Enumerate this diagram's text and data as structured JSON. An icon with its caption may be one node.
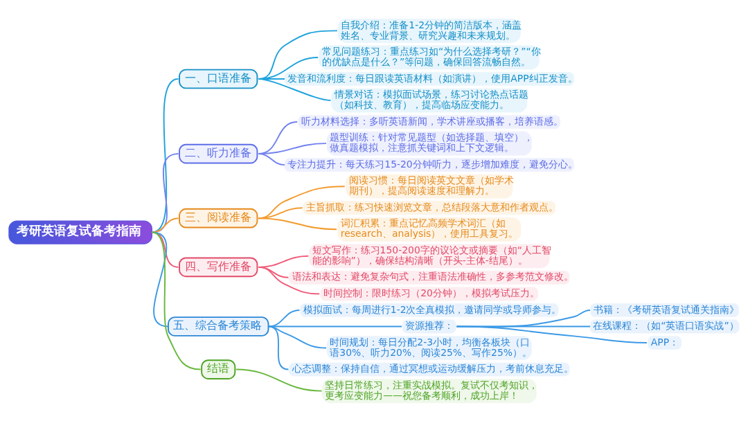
{
  "diagram": {
    "nodes": [
      {
        "text": [
          "考研英语复试备考指南"
        ]
      },
      {
        "text": [
          "一、口语准备"
        ]
      },
      {
        "text": [
          "自我介绍：准备1-2分钟的简洁版本，涵盖姓名、专业背景、研究兴趣和未来规划。"
        ]
      },
      {
        "text": [
          "常见问题练习：重点练习如“为什么选择考研？”“你的优缺点是什么？”等问题，确保回答流畅自然。"
        ]
      },
      {
        "text": [
          "发音和流利度：每日跟读英语材料（如演讲），使用APP纠正发音。"
        ]
      },
      {
        "text": [
          "情景对话：模拟面试场景，练习讨论热点话题（如科技、教育），提高临场应变能力。"
        ]
      },
      {
        "text": [
          "二、听力准备"
        ]
      },
      {
        "text": [
          "听力材料选择：多听英语新闻，学术讲座或播客，培养语感。"
        ]
      },
      {
        "text": [
          "题型训练：针对常见题型（如选择题、填空），做真题模拟，注意抓关键词和上下文逻辑。"
        ]
      },
      {
        "text": [
          "专注力提升：每天练习15-20分钟听力，逐步增加难度，避免分心。"
        ]
      },
      {
        "text": [
          "三、阅读准备"
        ]
      },
      {
        "text": [
          "阅读习惯：每日阅读英文文章（如学术期刊），提高阅读速度和理解力。"
        ]
      },
      {
        "text": [
          "主旨抓取：练习快速浏览文章，总结段落大意和作者观点。"
        ]
      },
      {
        "text": [
          "词汇积累：重点记忆高频学术词汇（如research、analysis），使用工具复习。"
        ]
      },
      {
        "text": [
          "四、写作准备"
        ]
      },
      {
        "text": [
          "短文写作：练习150-200字的议论文或摘要（如“人工智能的影响”），确保结构清晰（开头-主体-结尾）。"
        ]
      },
      {
        "text": [
          "语法和表达：避免复杂句式，注重语法准确性，多参考范文修改。"
        ]
      },
      {
        "text": [
          "时间控制：限时练习（20分钟），模拟考试压力。"
        ]
      },
      {
        "text": [
          "五、综合备考策略"
        ]
      },
      {
        "text": [
          "模拟面试：每周进行1-2次全真模拟，邀请同学或导师参与。"
        ]
      },
      {
        "text": [
          "资源推荐："
        ]
      },
      {
        "text": [
          "书籍：《考研英语复试通关指南》"
        ]
      },
      {
        "text": [
          "在线课程：（如“英语口语实战”）"
        ]
      },
      {
        "text": [
          "APP："
        ]
      },
      {
        "text": [
          "时间规划：每日分配2-3小时，均衡各板块（口语30%、听力20%、阅读25%、写作25%）。"
        ]
      },
      {
        "text": [
          "心态调整：保持自信，通过冥想或运动缓解压力，考前休息充足。"
        ]
      },
      {
        "text": [
          "结语"
        ]
      },
      {
        "text": [
          "坚持日常练习，注重实战模拟。复试不仅考知识，更考应变能力——祝您备考顺利，成功上岸！"
        ]
      }
    ],
    "edges": [
      {
        "from": 0,
        "to": 1,
        "arrow": "none",
        "color": "#1fa3dc"
      },
      {
        "from": 1,
        "to": 2,
        "arrow": "none",
        "color": "#1fa3dc"
      },
      {
        "from": 1,
        "to": 3,
        "arrow": "none",
        "color": "#1fa3dc"
      },
      {
        "from": 1,
        "to": 4,
        "arrow": "none",
        "color": "#1fa3dc"
      },
      {
        "from": 1,
        "to": 5,
        "arrow": "none",
        "color": "#1fa3dc"
      },
      {
        "from": 0,
        "to": 6,
        "arrow": "none",
        "color": "#7181ef"
      },
      {
        "from": 6,
        "to": 7,
        "arrow": "none",
        "color": "#7181ef"
      },
      {
        "from": 6,
        "to": 8,
        "arrow": "none",
        "color": "#7181ef"
      },
      {
        "from": 6,
        "to": 9,
        "arrow": "none",
        "color": "#7181ef"
      },
      {
        "from": 0,
        "to": 10,
        "arrow": "none",
        "color": "#f39a2c"
      },
      {
        "from": 10,
        "to": 11,
        "arrow": "none",
        "color": "#f39a2c"
      },
      {
        "from": 10,
        "to": 12,
        "arrow": "none",
        "color": "#f39a2c"
      },
      {
        "from": 10,
        "to": 13,
        "arrow": "none",
        "color": "#f39a2c"
      },
      {
        "from": 0,
        "to": 14,
        "arrow": "none",
        "color": "#ef5b79"
      },
      {
        "from": 14,
        "to": 15,
        "arrow": "none",
        "color": "#ef5b79"
      },
      {
        "from": 14,
        "to": 16,
        "arrow": "none",
        "color": "#ef5b79"
      },
      {
        "from": 14,
        "to": 17,
        "arrow": "none",
        "color": "#ef5b79"
      },
      {
        "from": 0,
        "to": 18,
        "arrow": "none"
      },
      {
        "from": 18,
        "to": 19,
        "arrow": "none"
      },
      {
        "from": 18,
        "to": 20,
        "arrow": "none"
      },
      {
        "from": 20,
        "to": 21,
        "arrow": "none"
      },
      {
        "from": 20,
        "to": 22,
        "arrow": "none"
      },
      {
        "from": 20,
        "to": 23,
        "arrow": "none"
      },
      {
        "from": 18,
        "to": 24,
        "arrow": "none"
      },
      {
        "from": 18,
        "to": 25,
        "arrow": "none"
      },
      {
        "from": 0,
        "to": 26,
        "arrow": "none",
        "color": "#67b83c"
      },
      {
        "from": 26,
        "to": 27,
        "arrow": "none",
        "color": "#67b83c"
      }
    ]
  }
}
